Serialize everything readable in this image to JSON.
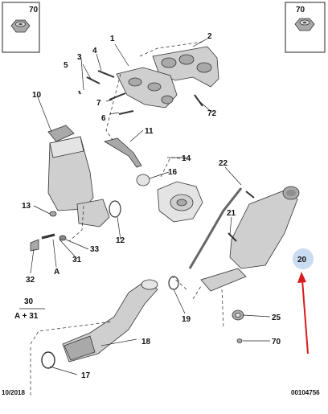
{
  "callouts": [
    {
      "id": "70a",
      "text": "70"
    },
    {
      "id": "70b",
      "text": "70"
    },
    {
      "id": "1",
      "text": "1"
    },
    {
      "id": "2",
      "text": "2"
    },
    {
      "id": "3",
      "text": "3"
    },
    {
      "id": "4",
      "text": "4"
    },
    {
      "id": "5",
      "text": "5"
    },
    {
      "id": "6",
      "text": "6"
    },
    {
      "id": "7",
      "text": "7"
    },
    {
      "id": "72",
      "text": "72"
    },
    {
      "id": "10",
      "text": "10"
    },
    {
      "id": "11",
      "text": "11"
    },
    {
      "id": "14",
      "text": "14"
    },
    {
      "id": "16",
      "text": "16"
    },
    {
      "id": "13",
      "text": "13"
    },
    {
      "id": "12",
      "text": "12"
    },
    {
      "id": "33",
      "text": "33"
    },
    {
      "id": "31",
      "text": "31"
    },
    {
      "id": "A",
      "text": "A"
    },
    {
      "id": "32",
      "text": "32"
    },
    {
      "id": "22",
      "text": "22"
    },
    {
      "id": "21",
      "text": "21"
    },
    {
      "id": "20",
      "text": "20"
    },
    {
      "id": "30",
      "text": "30"
    },
    {
      "id": "A31",
      "text": "A + 31"
    },
    {
      "id": "19",
      "text": "19"
    },
    {
      "id": "25",
      "text": "25"
    },
    {
      "id": "70c",
      "text": "70"
    },
    {
      "id": "18",
      "text": "18"
    },
    {
      "id": "17",
      "text": "17"
    }
  ],
  "footer": {
    "date": "10/2018",
    "ref": "00104756"
  },
  "colors": {
    "highlight": "#c9dcf2",
    "arrow": "#d81b1b"
  }
}
